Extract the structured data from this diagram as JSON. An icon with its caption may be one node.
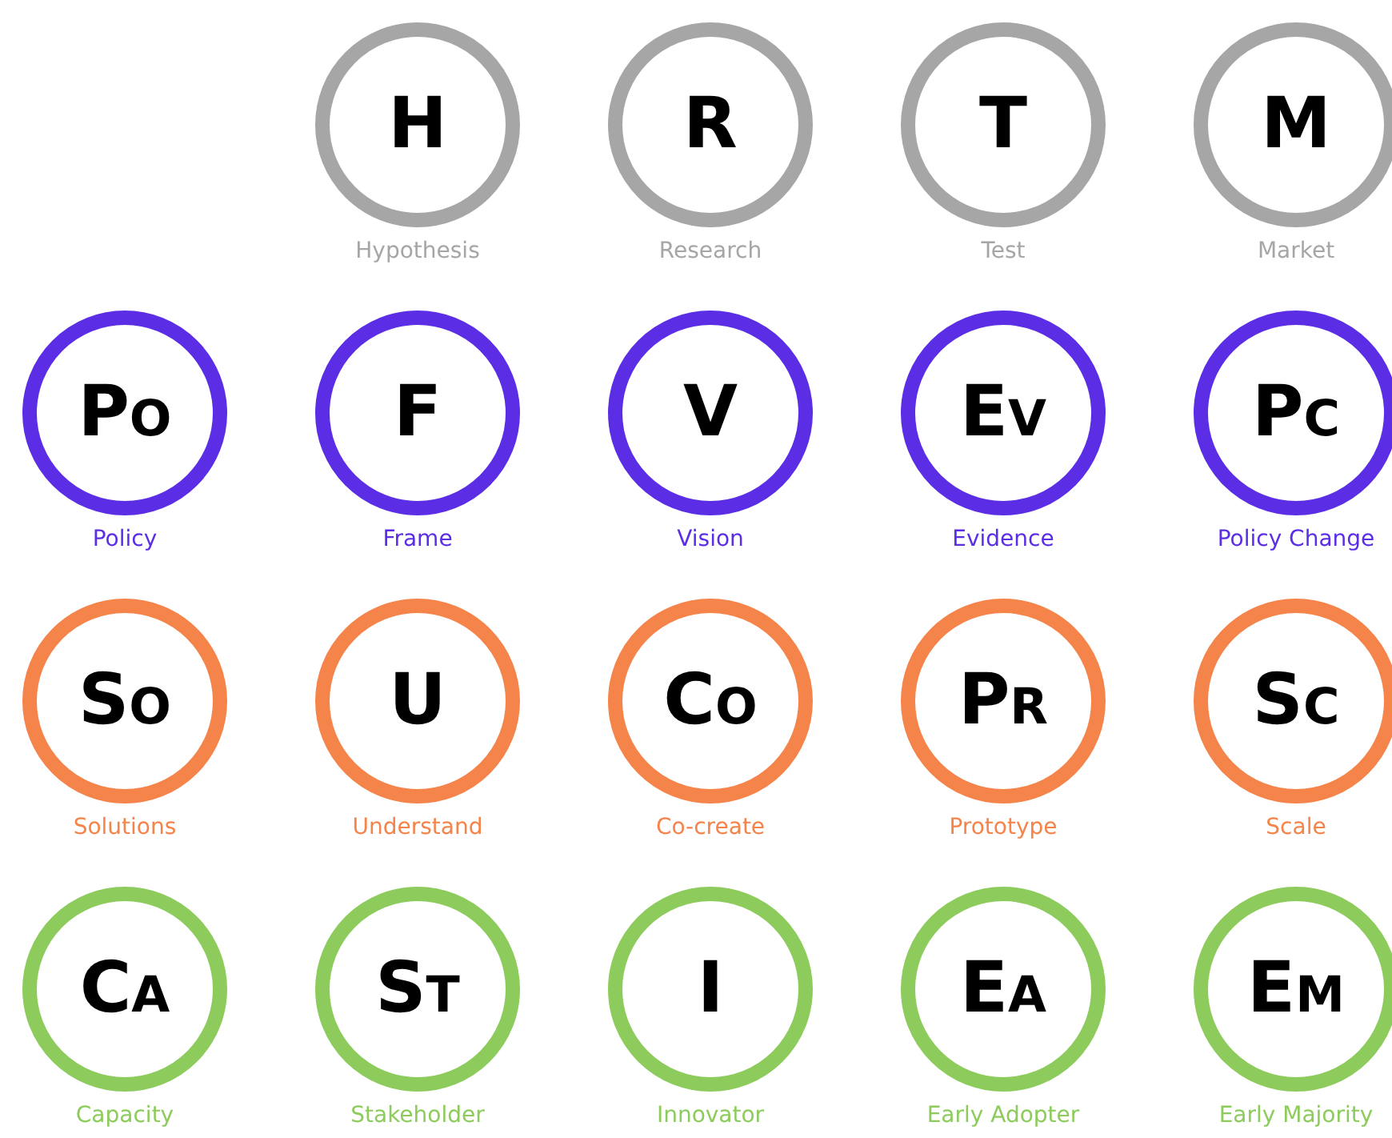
{
  "diagram": {
    "nodes": [
      {
        "text": [
          "H"
        ],
        "beside": [
          "Hypothesis"
        ]
      },
      {
        "text": [
          "R"
        ],
        "beside": [
          "Research"
        ]
      },
      {
        "text": [
          "T"
        ],
        "beside": [
          "Test"
        ]
      },
      {
        "text": [
          "M"
        ],
        "beside": [
          "Market"
        ]
      },
      {
        "text": [
          "Po"
        ],
        "beside": [
          "Policy"
        ]
      },
      {
        "text": [
          "F"
        ],
        "beside": [
          "Frame"
        ]
      },
      {
        "text": [
          "V"
        ],
        "beside": [
          "Vision"
        ]
      },
      {
        "text": [
          "Ev"
        ],
        "beside": [
          "Evidence"
        ]
      },
      {
        "text": [
          "Pc"
        ],
        "beside": [
          "Policy Change"
        ]
      },
      {
        "text": [
          "So"
        ],
        "beside": [
          "Solutions"
        ]
      },
      {
        "text": [
          "U"
        ],
        "beside": [
          "Understand"
        ]
      },
      {
        "text": [
          "Co"
        ],
        "beside": [
          "Co-create"
        ]
      },
      {
        "text": [
          "Pr"
        ],
        "beside": [
          "Prototype"
        ]
      },
      {
        "text": [
          "Sc"
        ],
        "beside": [
          "Scale"
        ]
      },
      {
        "text": [
          "Ca"
        ],
        "beside": [
          "Capacity"
        ]
      },
      {
        "text": [
          "St"
        ],
        "beside": [
          "Stakeholder"
        ]
      },
      {
        "text": [
          "I"
        ],
        "beside": [
          "Innovator"
        ]
      },
      {
        "text": [
          "Ea"
        ],
        "beside": [
          "Early Adopter"
        ]
      },
      {
        "text": [
          "Em"
        ],
        "beside": [
          "Early Majority"
        ]
      }
    ]
  }
}
